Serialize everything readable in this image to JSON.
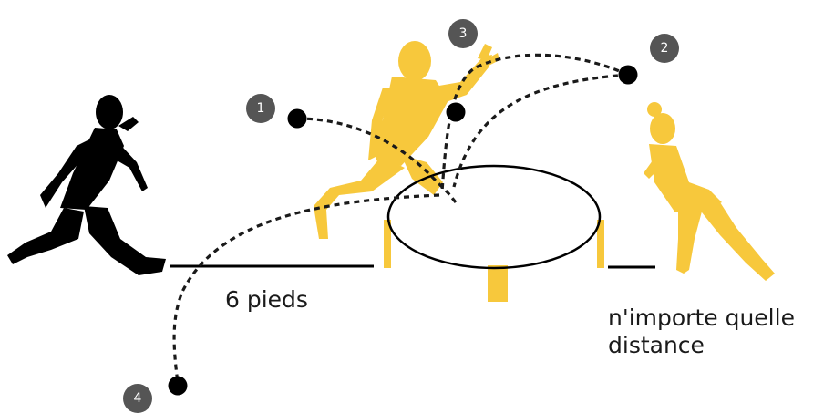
{
  "labels": {
    "distance_short": "6 pieds",
    "distance_any": "n'importe quelle\ndistance"
  },
  "steps": [
    {
      "number": "1"
    },
    {
      "number": "2"
    },
    {
      "number": "3"
    },
    {
      "number": "4"
    }
  ],
  "colors": {
    "accent": "#f7c83c",
    "player_dark": "#000000",
    "badge": "#555555",
    "ball": "#000000"
  },
  "icons": {
    "player_left": "player-crouching-silhouette-icon",
    "player_center": "player-jumping-silhouette-icon",
    "player_right": "player-ready-silhouette-icon",
    "net": "round-net-icon",
    "ball": "ball-icon"
  }
}
